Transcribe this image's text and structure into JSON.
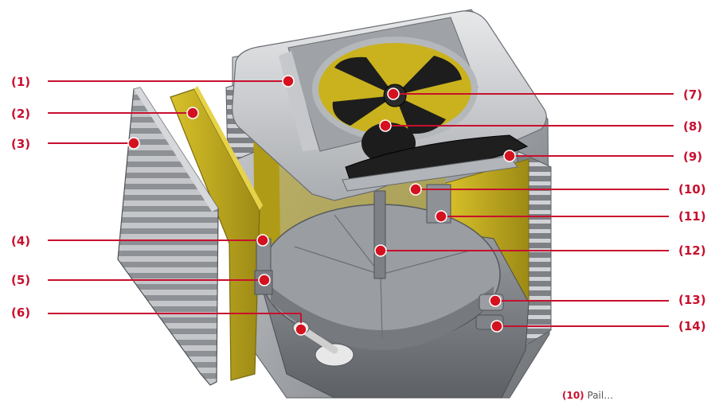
{
  "diagram": {
    "callouts": [
      {
        "id": "1",
        "label": "(1)"
      },
      {
        "id": "2",
        "label": "(2)"
      },
      {
        "id": "3",
        "label": "(3)"
      },
      {
        "id": "4",
        "label": "(4)"
      },
      {
        "id": "5",
        "label": "(5)"
      },
      {
        "id": "6",
        "label": "(6)"
      },
      {
        "id": "7",
        "label": "(7)"
      },
      {
        "id": "8",
        "label": "(8)"
      },
      {
        "id": "9",
        "label": "(9)"
      },
      {
        "id": "10",
        "label": "(10)"
      },
      {
        "id": "11",
        "label": "(11)"
      },
      {
        "id": "12",
        "label": "(12)"
      },
      {
        "id": "13",
        "label": "(13)"
      },
      {
        "id": "14",
        "label": "(14)"
      }
    ],
    "bottom_note": {
      "number": "(10)",
      "text": "Pail…"
    },
    "colors": {
      "accent": "#d4121f",
      "label": "#c8102e",
      "insulation": "#c9b21e",
      "housing": "#8c8f94"
    }
  }
}
